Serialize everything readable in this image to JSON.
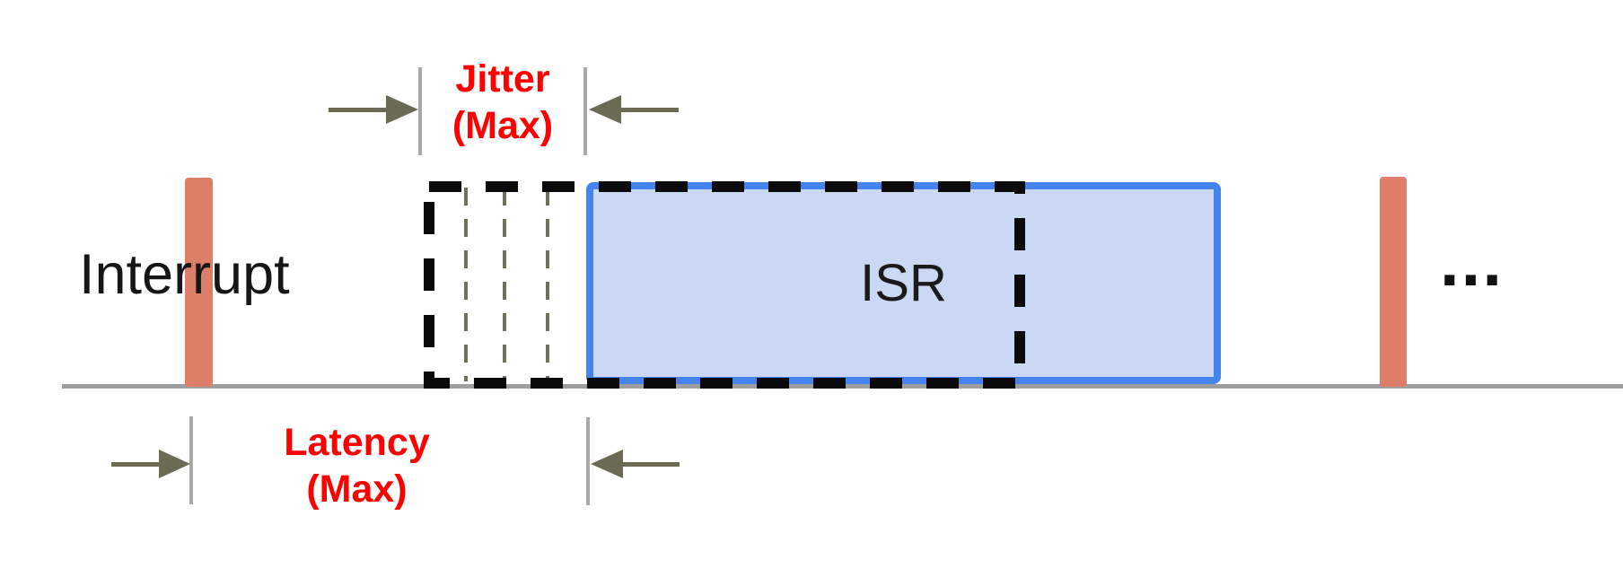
{
  "diagram": {
    "interrupt_label": "Interrupt",
    "isr_label": "ISR",
    "jitter": {
      "line1": "Jitter",
      "line2": "(Max)"
    },
    "latency": {
      "line1": "Latency",
      "line2": "(Max)"
    },
    "ellipsis": "...",
    "colors": {
      "interrupt_pulse": "#dc7e68",
      "timeline": "#9e9e9e",
      "measure_line": "#a8a8a8",
      "arrow": "#6a6a55",
      "label_red": "#ff0000",
      "isr_border": "#4583ee",
      "isr_fill": "#cbd8f3",
      "dashed_window": "#0a0a0a",
      "jitter_guides": "#70705c",
      "text_dark": "#161616"
    }
  }
}
